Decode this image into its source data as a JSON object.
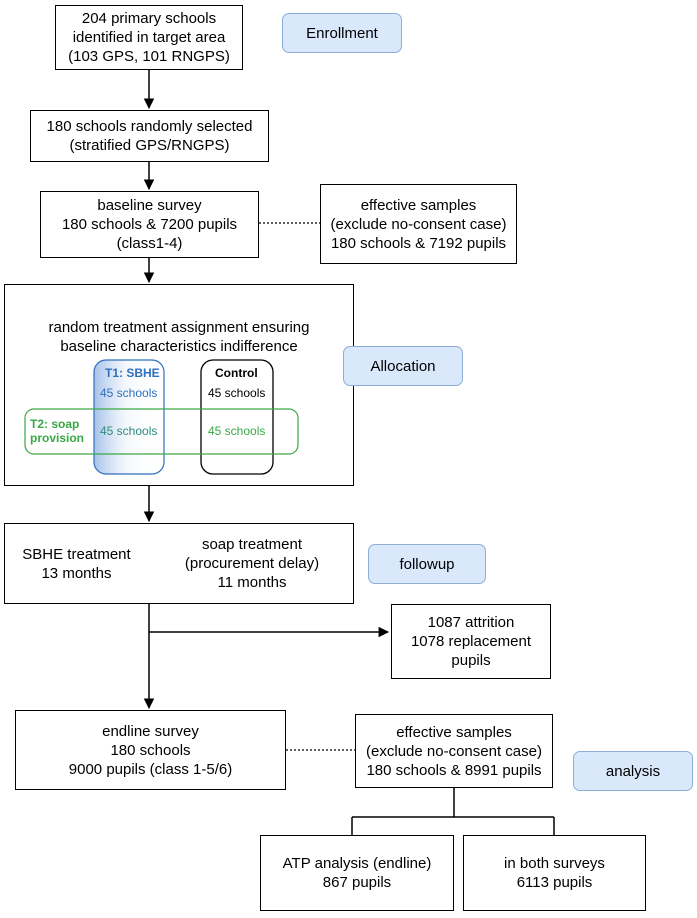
{
  "enrollment_box": [
    "204 primary schools",
    "identified in target area",
    "(103 GPS, 101 RNGPS)"
  ],
  "selection_box": [
    "180 schools randomly selected",
    "(stratified GPS/RNGPS)"
  ],
  "baseline_box": [
    "baseline survey",
    "180 schools & 7200 pupils",
    "(class1-4)"
  ],
  "baseline_samples_box": [
    "effective samples",
    "(exclude no-consent case)",
    "180 schools & 7192 pupils"
  ],
  "allocation_box": {
    "title": [
      "random treatment assignment ensuring",
      "baseline characteristics indifference"
    ],
    "t1_label": "T1: SBHE",
    "t1_schools": "45 schools",
    "control_label": "Control",
    "control_schools": "45 schools",
    "t2_label": [
      "T2: soap",
      "provision"
    ],
    "t2_t1_schools": "45 schools",
    "t2_control_schools": "45 schools"
  },
  "treatment_box": {
    "sbhe": [
      "SBHE treatment",
      "13 months"
    ],
    "soap": [
      "soap treatment",
      "(procurement delay)",
      "11 months"
    ]
  },
  "attrition_box": [
    "1087 attrition",
    "1078 replacement",
    "pupils"
  ],
  "endline_box": [
    "endline survey",
    "180 schools",
    "9000 pupils (class 1-5/6)"
  ],
  "endline_samples_box": [
    "effective samples",
    "(exclude no-consent case)",
    "180 schools & 8991 pupils"
  ],
  "atp_box": [
    "ATP analysis (endline)",
    "867 pupils"
  ],
  "both_box": [
    "in both surveys",
    "6113 pupils"
  ],
  "phases": {
    "enrollment": "Enrollment",
    "allocation": "Allocation",
    "followup": "followup",
    "analysis": "analysis"
  },
  "colors": {
    "phase_fill": "#dae8fc",
    "phase_border": "#8eaed6",
    "t1_blue": "#2f6fbf",
    "t2_green": "#3aa845",
    "t2_t1_overlap_text": "#2e8c7a"
  }
}
